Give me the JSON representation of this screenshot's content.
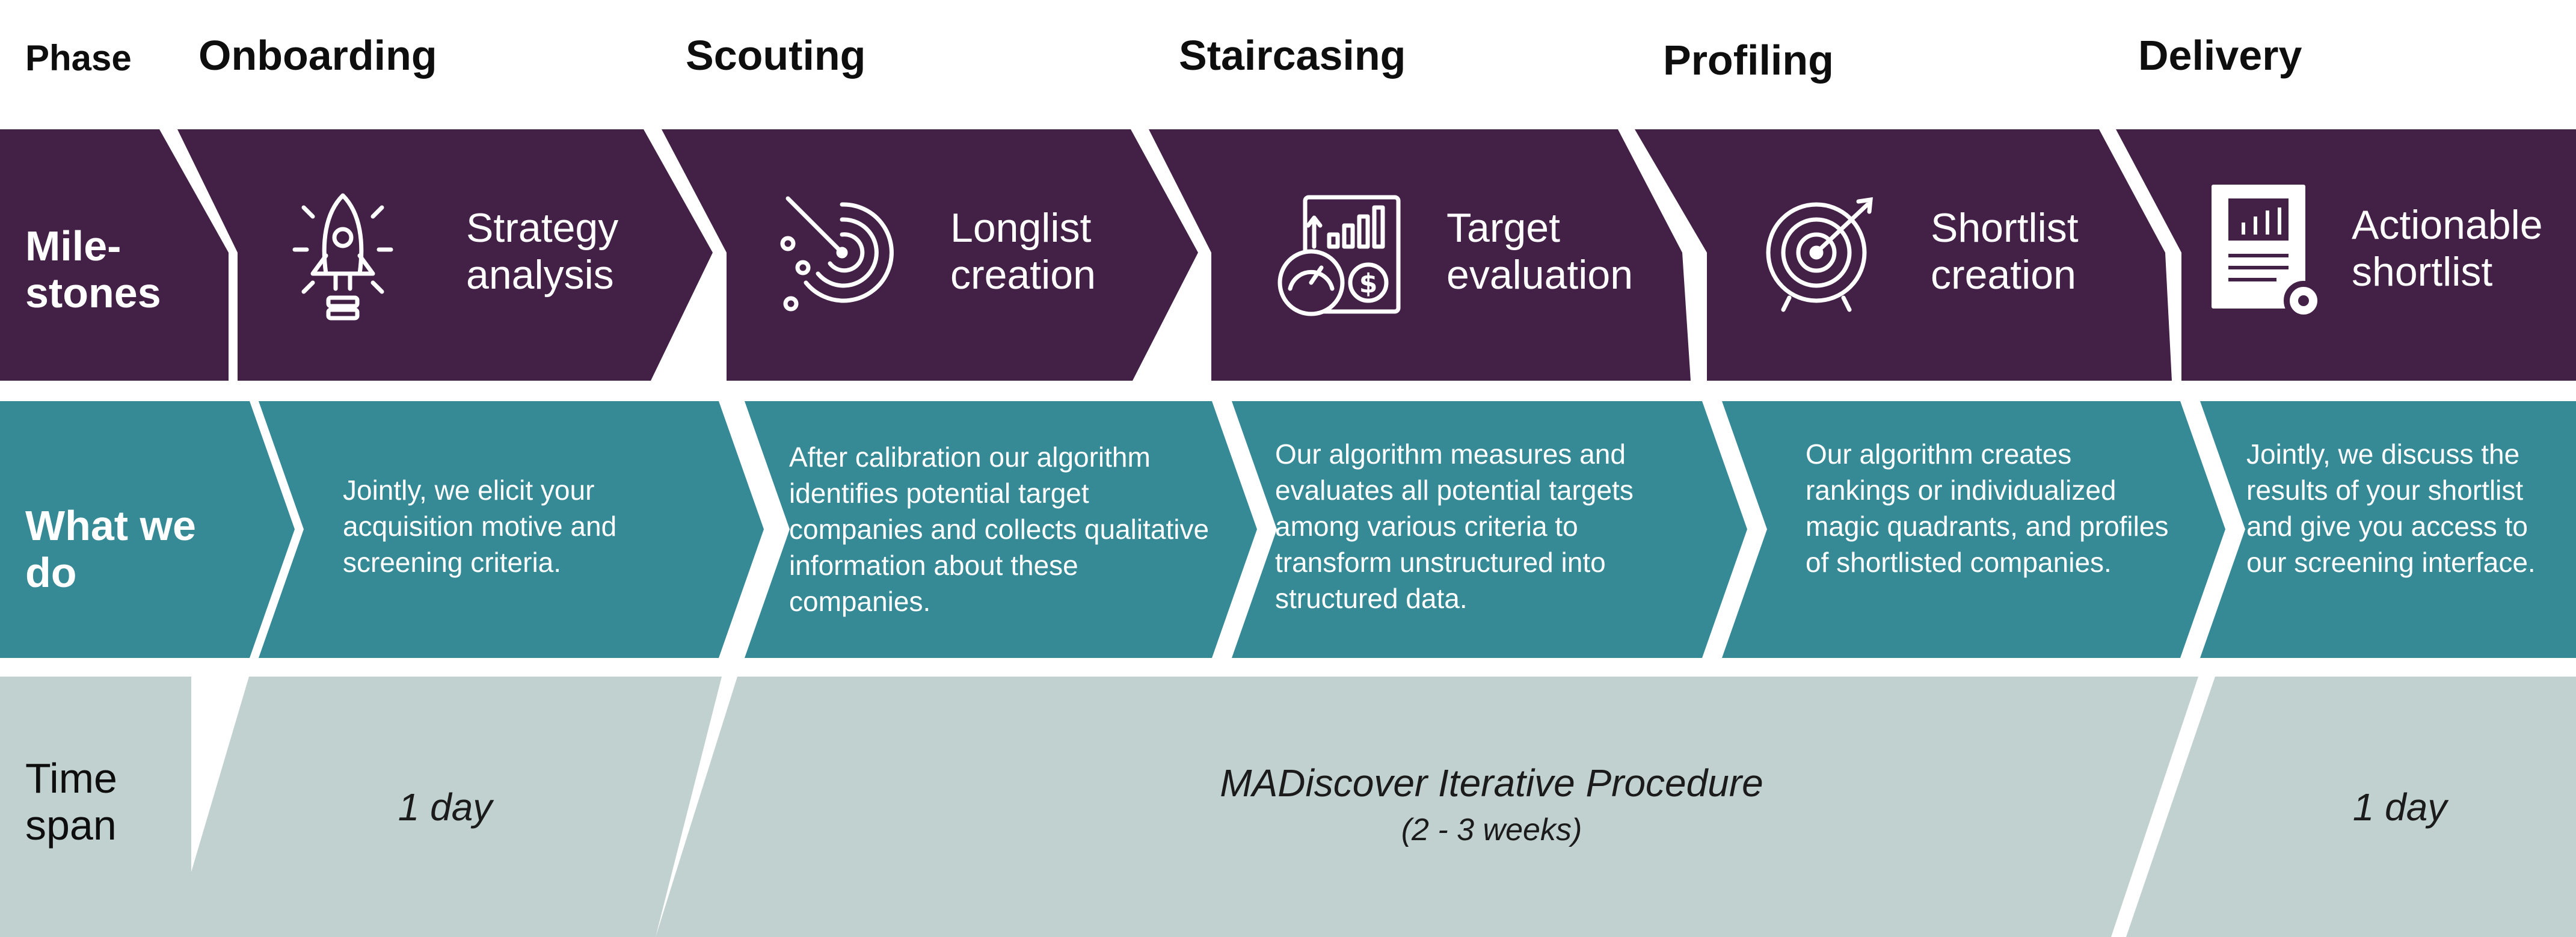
{
  "header": {
    "phase_label": "Phase",
    "phases": [
      "Onboarding",
      "Scouting",
      "Staircasing",
      "Profiling",
      "Delivery"
    ]
  },
  "rows": {
    "milestones_label": "Mile-\nstones",
    "whatwedo_label": "What we\ndo",
    "timespan_label": "Time\nspan"
  },
  "milestones": [
    {
      "text": "Strategy\nanalysis",
      "icon": "rocket-bulb-icon"
    },
    {
      "text": "Longlist\ncreation",
      "icon": "radar-icon"
    },
    {
      "text": "Target\nevaluation",
      "icon": "dashboard-icon"
    },
    {
      "text": "Shortlist\ncreation",
      "icon": "target-icon"
    },
    {
      "text": "Actionable\nshortlist",
      "icon": "report-gear-icon"
    }
  ],
  "whatwedo": [
    "Jointly, we elicit your acquisition motive and screening criteria.",
    "After calibration our algorithm identifies potential target companies and collects qualitative information about these companies.",
    "Our algorithm measures and evaluates all potential targets among various criteria to transform unstructured into structured data.",
    "Our algorithm creates rankings or individualized magic quadrants, and profiles of shortlisted companies.",
    "Jointly, we discuss the results of your shortlist and give you access to our screening interface."
  ],
  "timespan": {
    "onboarding": "1 day",
    "middle_title": "MADiscover Iterative Procedure",
    "middle_sub": "(2 - 3  weeks)",
    "delivery": "1 day"
  },
  "colors": {
    "purple": "#432146",
    "teal": "#358a95",
    "gray": "#c1d1cf"
  }
}
